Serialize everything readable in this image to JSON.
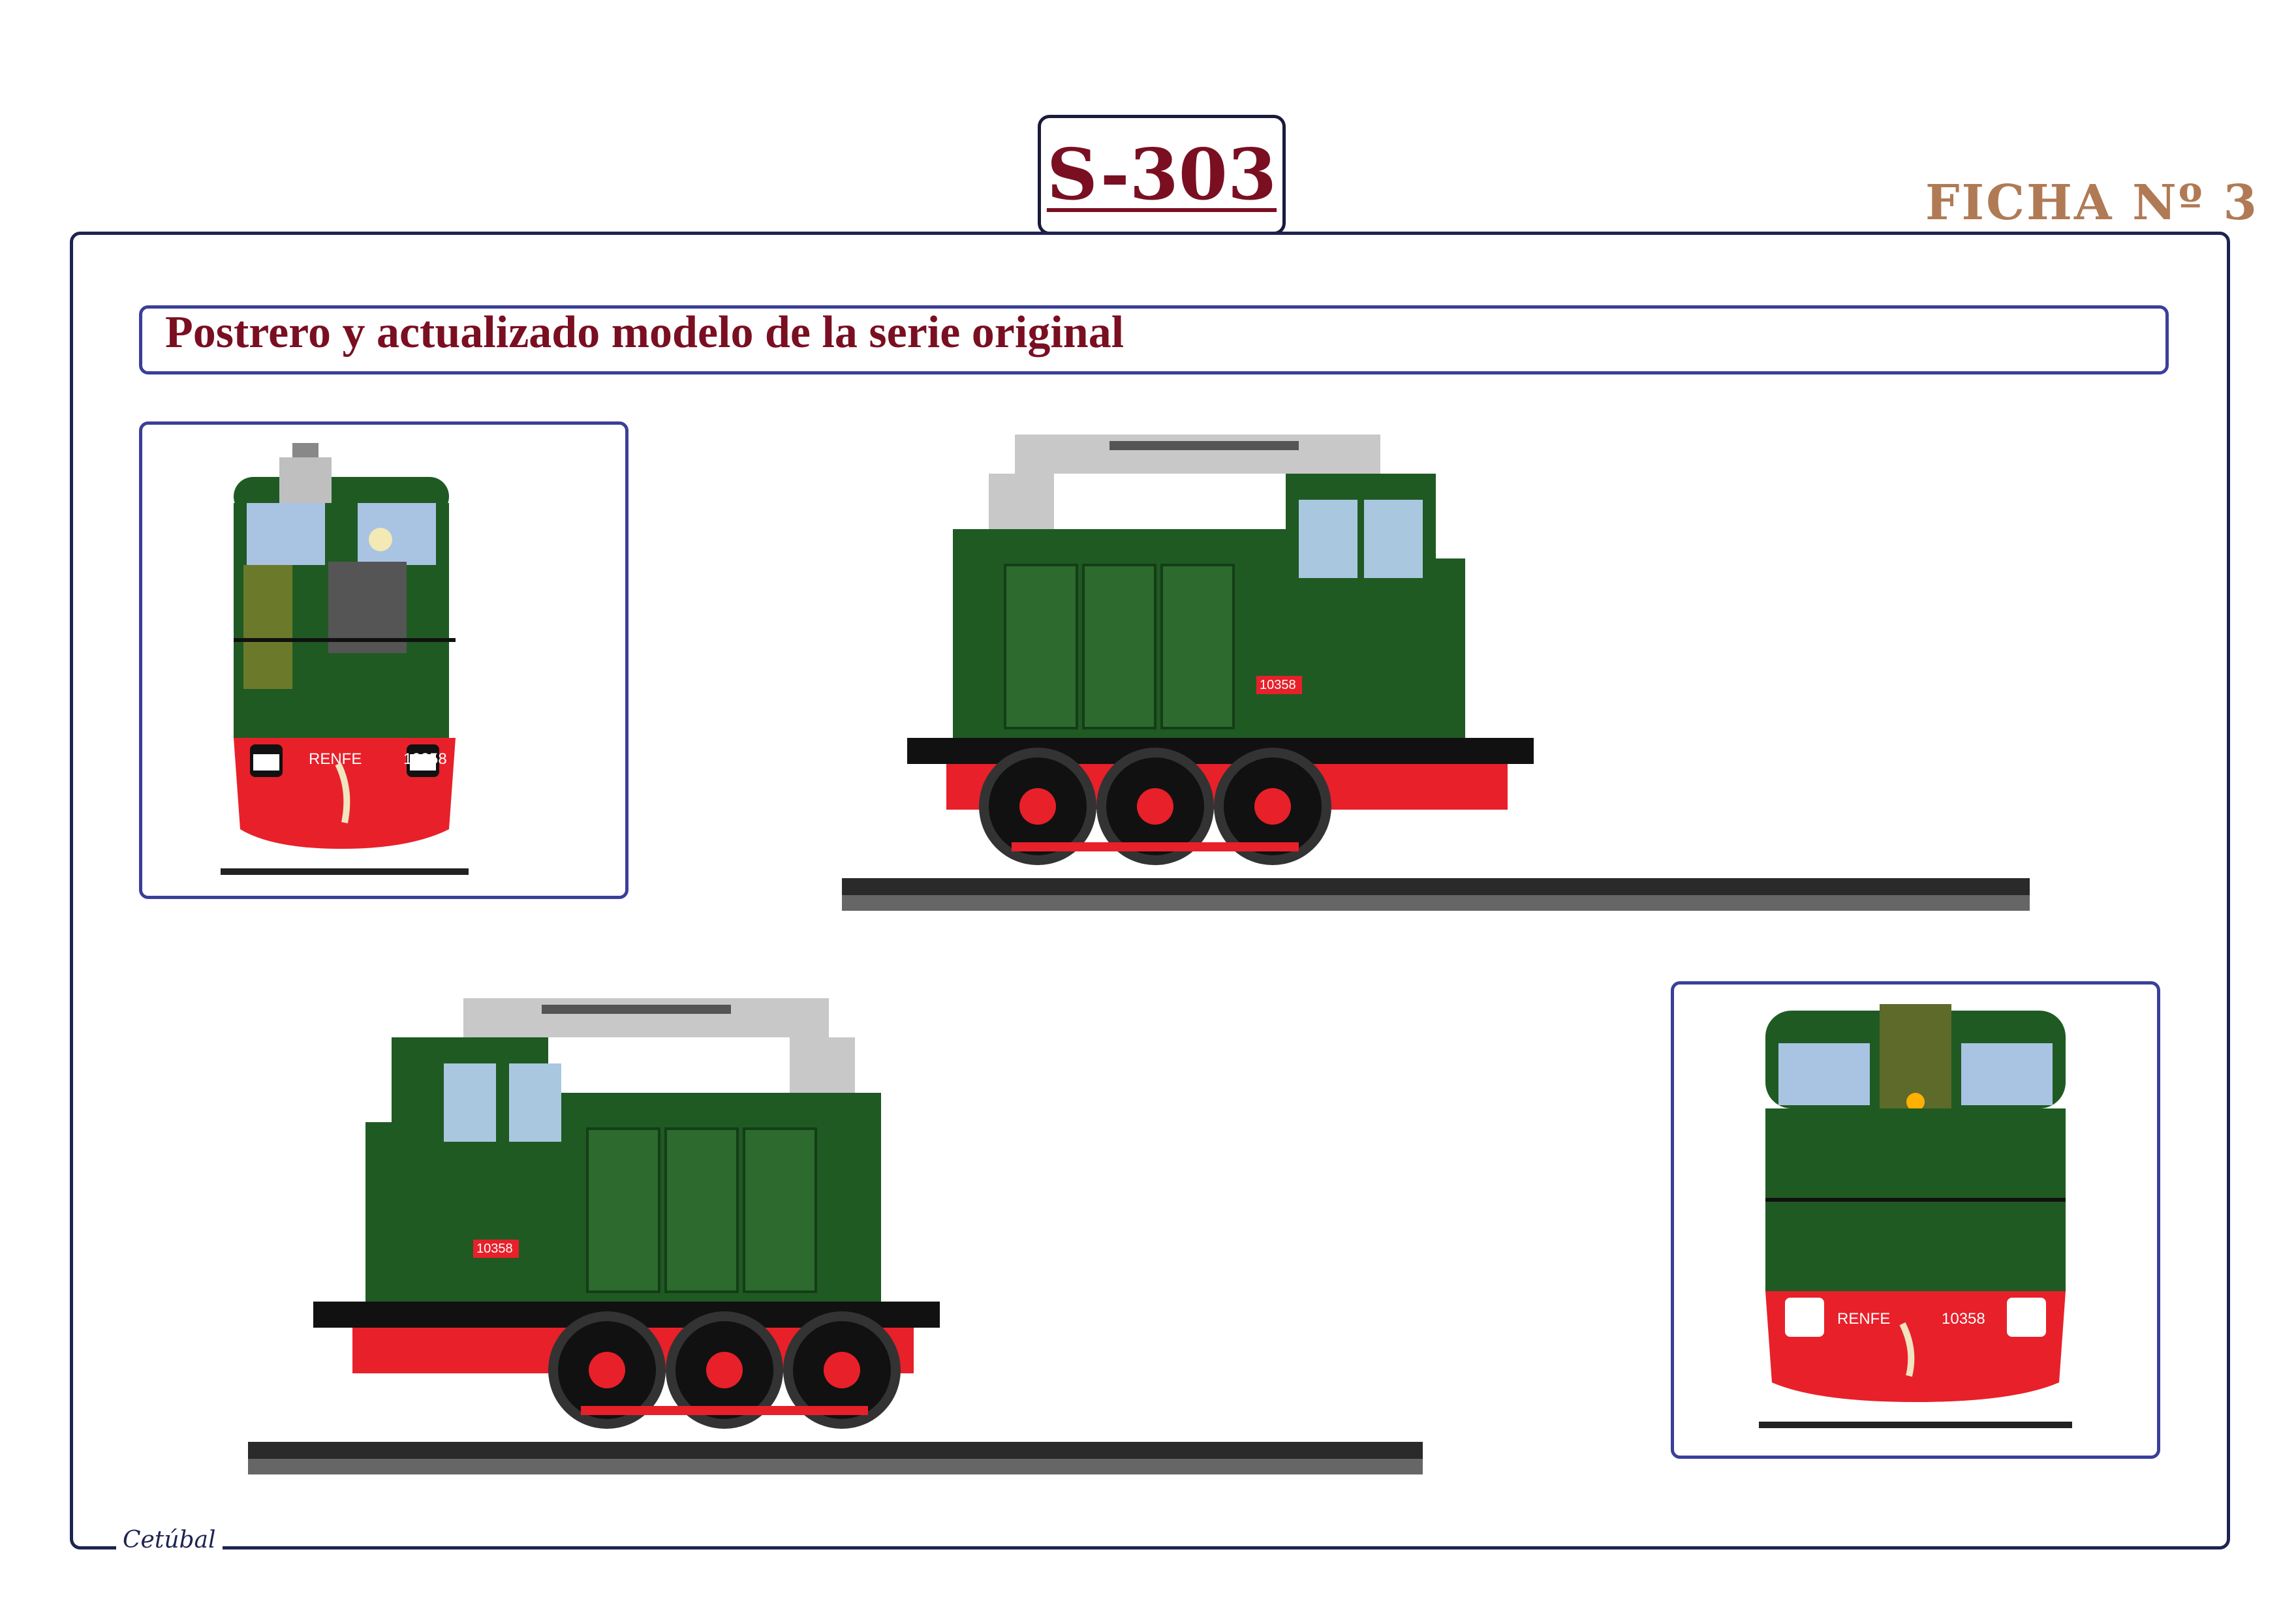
{
  "header": {
    "title": "S-303",
    "sheet": "FICHA Nº 3"
  },
  "subtitle": "Postrero y actualizado modelo de la serie original",
  "locomotive": {
    "brand": "RENFE",
    "number": "10358"
  },
  "signature": "Cetúbal",
  "colors": {
    "body_green": "#1f5a23",
    "undercarriage_red": "#e8202a",
    "title_maroon": "#7a0f22",
    "frame_navy": "#1d2450",
    "panel_border": "#3a3f9a",
    "ficha_brown": "#b07a55"
  }
}
